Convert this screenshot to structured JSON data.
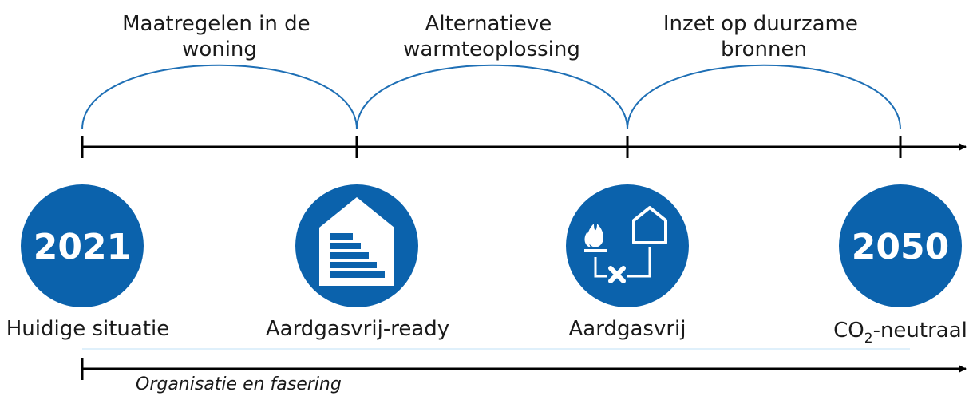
{
  "colors": {
    "accent": "#0b62ac",
    "line": "#000000",
    "text": "#1a1a1a"
  },
  "phases": [
    {
      "line1": "Maatregelen in de",
      "line2": "woning"
    },
    {
      "line1": "Alternatieve",
      "line2": "warmteoplossing"
    },
    {
      "line1": "Inzet op duurzame",
      "line2": "bronnen"
    }
  ],
  "milestones": [
    {
      "year": "2021",
      "icon": "year-badge",
      "label": "Huidige situatie"
    },
    {
      "icon": "energy-label-house-icon",
      "label": "Aardgasvrij-ready"
    },
    {
      "icon": "no-gas-flame-house-icon",
      "label": "Aardgasvrij"
    },
    {
      "year": "2050",
      "icon": "year-badge",
      "label_prefix": "CO",
      "label_sub": "2",
      "label_suffix": "-neutraal"
    }
  ],
  "footer": {
    "label": "Organisatie en fasering"
  }
}
